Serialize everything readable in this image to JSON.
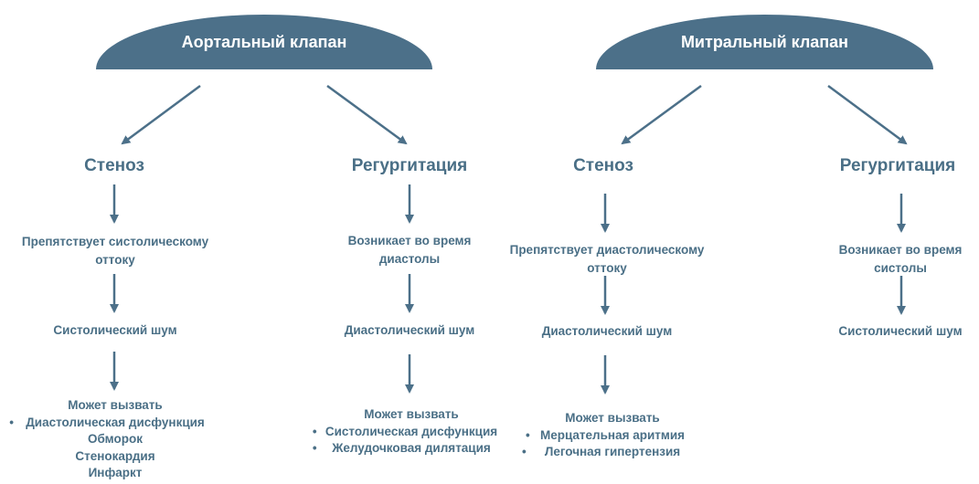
{
  "aortic": {
    "title": "Аортальный клапан",
    "stenosis": {
      "label": "Стеноз",
      "mechanism": [
        "Препятствует систолическому",
        "оттоку"
      ],
      "murmur": "Систолический шум",
      "effects_title": "Может вызвать",
      "effects": [
        "Диастолическая дисфункция",
        "Обморок",
        "Стенокардия",
        "Инфаркт"
      ]
    },
    "regurgitation": {
      "label": "Регургитация",
      "mechanism": [
        "Возникает во время",
        "диастолы"
      ],
      "murmur": "Диастолический шум",
      "effects_title": "Может вызвать",
      "effects": [
        "Систолическая дисфункция",
        "Желудочковая дилятация"
      ]
    }
  },
  "mitral": {
    "title": "Митральный клапан",
    "stenosis": {
      "label": "Стеноз",
      "mechanism": [
        "Препятствует диастолическому",
        "оттоку"
      ],
      "murmur": "Диастолический шум",
      "effects_title": "Может вызвать",
      "effects": [
        "Мерцательная аритмия",
        "Легочная гипертензия"
      ]
    },
    "regurgitation": {
      "label": "Регургитация",
      "mechanism": [
        "Возникает во время",
        "систолы"
      ],
      "murmur": "Систолический шум"
    }
  },
  "colors": {
    "node_fill": "#4c7089",
    "text": "#4a6f86",
    "arrow": "#4c7089"
  }
}
